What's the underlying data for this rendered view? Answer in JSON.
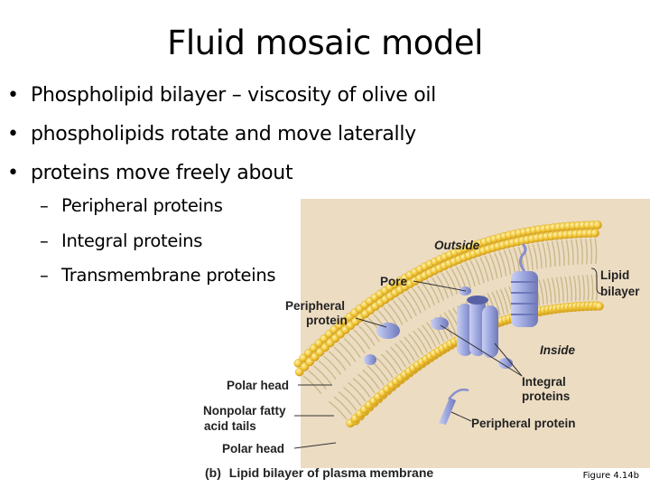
{
  "slide": {
    "title": "Fluid mosaic model",
    "bullets": [
      "Phospholipid bilayer – viscosity of olive oil",
      "phospholipids rotate and move laterally",
      "proteins move freely about"
    ],
    "sub_bullets": [
      "Peripheral proteins",
      "Integral proteins",
      "Transmembrane proteins"
    ],
    "bullet_glyph": "•",
    "dash_glyph": "–"
  },
  "figure": {
    "labels": {
      "outside": "Outside",
      "inside": "Inside",
      "pore": "Pore",
      "lipid": "Lipid",
      "bilayer": "bilayer",
      "peripheral": "Peripheral",
      "protein": "protein",
      "polar_head_top": "Polar head",
      "nonpolar": "Nonpolar fatty",
      "acid_tails": "acid tails",
      "polar_head_bottom": "Polar head",
      "integral": "Integral",
      "proteins": "proteins",
      "peripheral_protein": "Peripheral protein"
    },
    "caption_letter": "(b)",
    "caption_text": "Lipid bilayer of plasma membrane",
    "figure_number": "Figure 4.14b",
    "colors": {
      "background": "#ecdcc2",
      "heads": "#f2c83a",
      "head_shadow": "#d9a81e",
      "tails": "#c9b98a",
      "protein": "#9aa4dc",
      "protein_dark": "#6f78b8",
      "leader": "#333333"
    }
  }
}
